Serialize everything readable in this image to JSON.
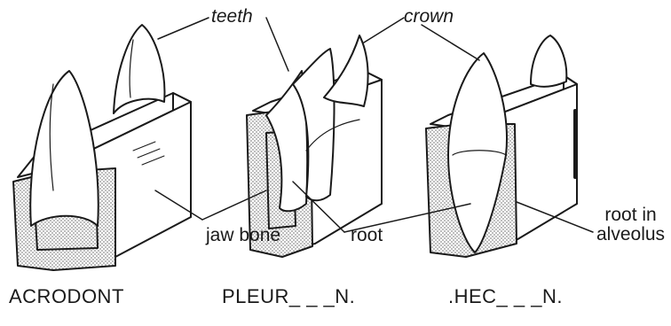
{
  "labels": {
    "teeth": "teeth",
    "crown": "crown",
    "jaw_bone": "jaw bone",
    "root": "root",
    "root_in_alveolus_line1": "root in",
    "root_in_alveolus_line2": "alveolus"
  },
  "captions": {
    "acrodont": "ACRODONT",
    "pleurodont": "PLEUR_ _ _N.",
    "thecodont": ".HEC_ _ _N."
  },
  "colors": {
    "ink": "#1a1a1a",
    "bone_hatch": "#bdbdbd",
    "background": "#ffffff"
  }
}
